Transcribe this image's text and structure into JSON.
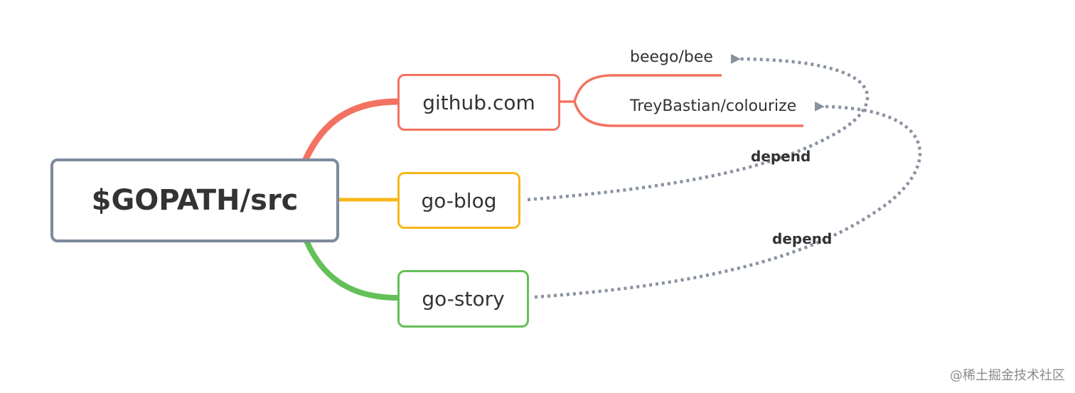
{
  "root": {
    "label": "$GOPATH/src",
    "color": "#7e8a9e"
  },
  "branches": [
    {
      "id": "github",
      "label": "github.com",
      "color": "#f37261",
      "children": [
        "beego/bee",
        "TreyBastian/colourize"
      ]
    },
    {
      "id": "blog",
      "label": "go-blog",
      "color": "#f7b719"
    },
    {
      "id": "story",
      "label": "go-story",
      "color": "#64c058"
    }
  ],
  "relations": [
    {
      "from": "go-blog",
      "to": "beego/bee",
      "label": "depend",
      "style": "dotted",
      "color": "#8a92a0"
    },
    {
      "from": "go-story",
      "to": "TreyBastian/colourize",
      "label": "depend",
      "style": "dotted",
      "color": "#8a92a0"
    }
  ],
  "watermark": "@稀土掘金技术社区"
}
